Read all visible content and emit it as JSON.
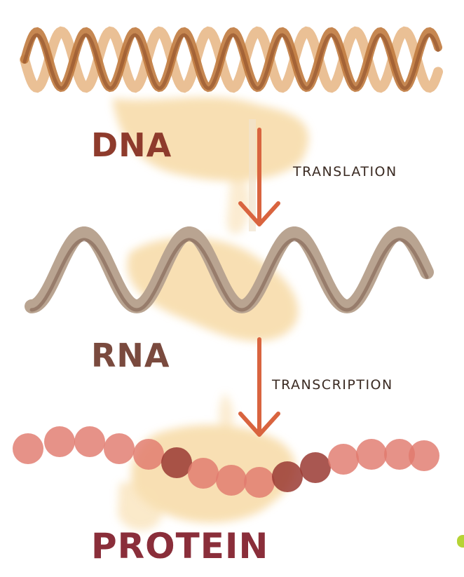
{
  "labels": {
    "dna": "DNA",
    "rna": "RNA",
    "protein": "PROTEIN"
  },
  "steps": {
    "step1": "TRANSLATION",
    "step2": "TRANSCRIPTION"
  },
  "icons": {
    "dna": "double-helix-icon",
    "rna": "single-strand-icon",
    "protein": "bead-chain-icon",
    "arrow": "arrow-down-icon"
  },
  "colors": {
    "helix_dark": "#8a4a28",
    "helix_light": "#e8b98a",
    "rna_strand": "#b9a491",
    "rna_dark": "#5a3526",
    "bead": "#e07a6e",
    "bead_dark": "#9a3a32",
    "watercolor": "#f6d59a",
    "arrow": "#d9643f",
    "corner": "#b6d335"
  }
}
